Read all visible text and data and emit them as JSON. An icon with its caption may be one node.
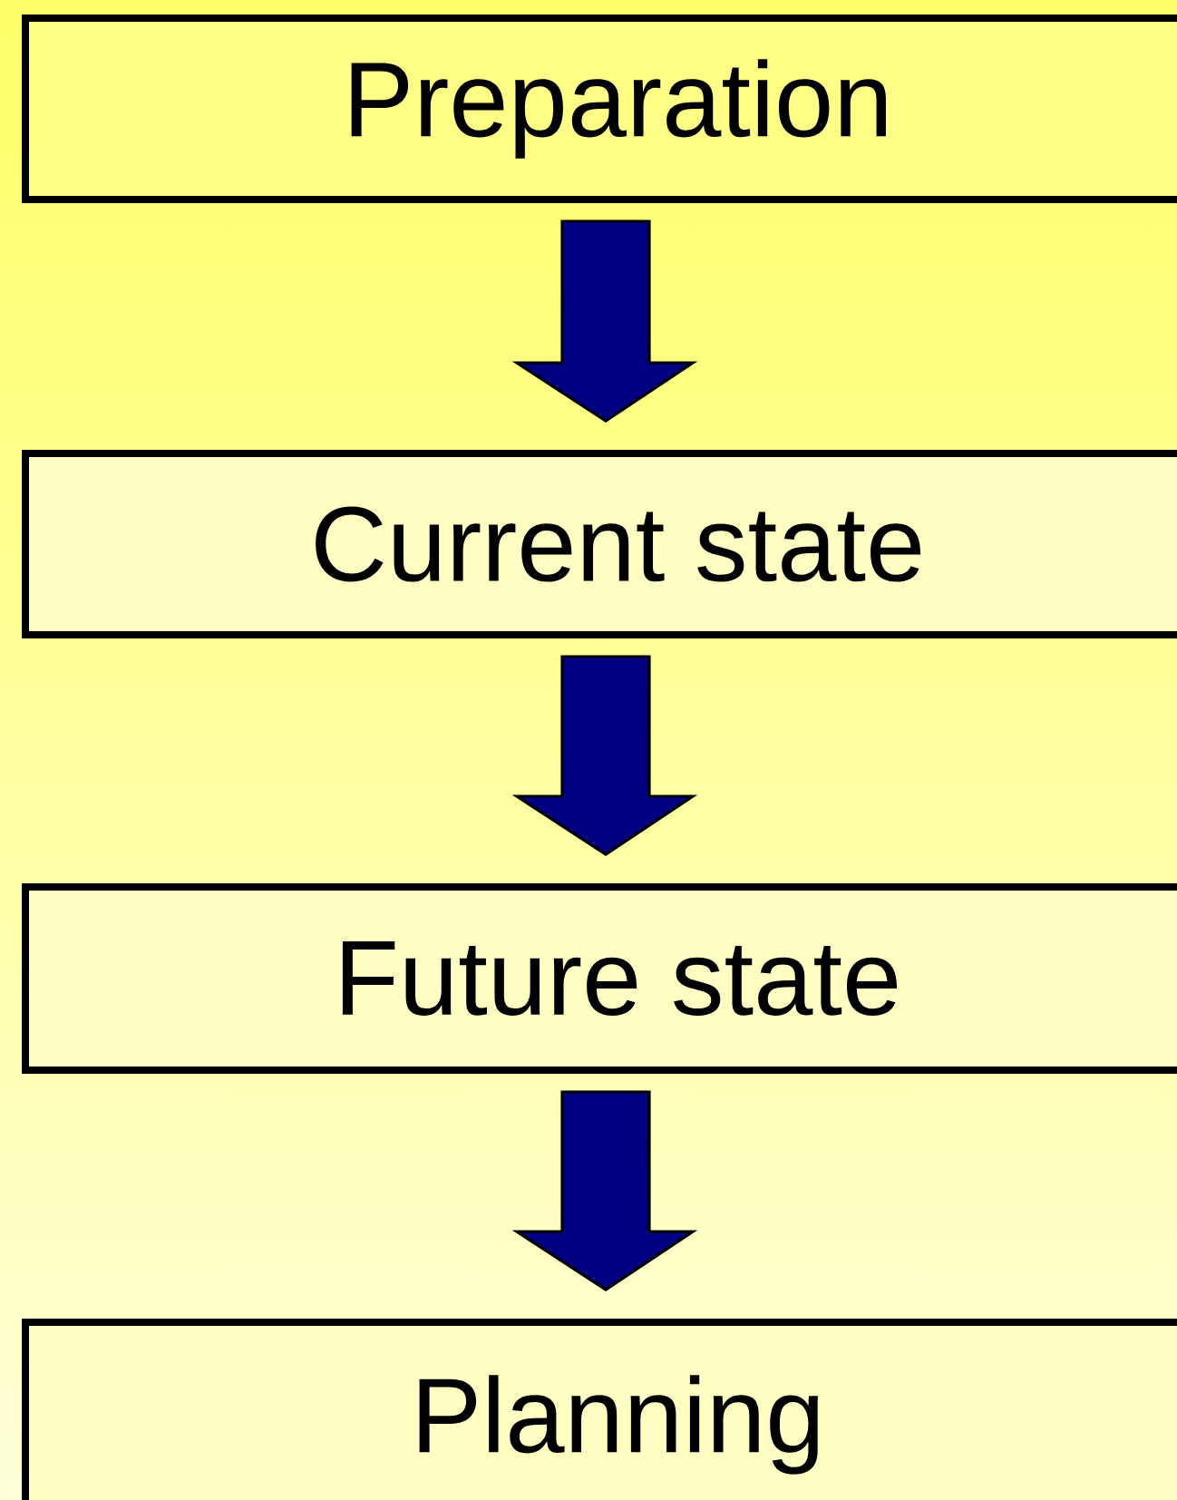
{
  "diagram": {
    "nodes": [
      {
        "text": [
          "Preparation"
        ]
      },
      {
        "text": [
          "Current state"
        ]
      },
      {
        "text": [
          "Future state"
        ]
      },
      {
        "text": [
          "Planning"
        ]
      }
    ],
    "edges": [
      {
        "from": 0,
        "to": 1,
        "arrow": "to"
      },
      {
        "from": 1,
        "to": 2,
        "arrow": "to"
      },
      {
        "from": 2,
        "to": 3,
        "arrow": "to"
      }
    ]
  }
}
